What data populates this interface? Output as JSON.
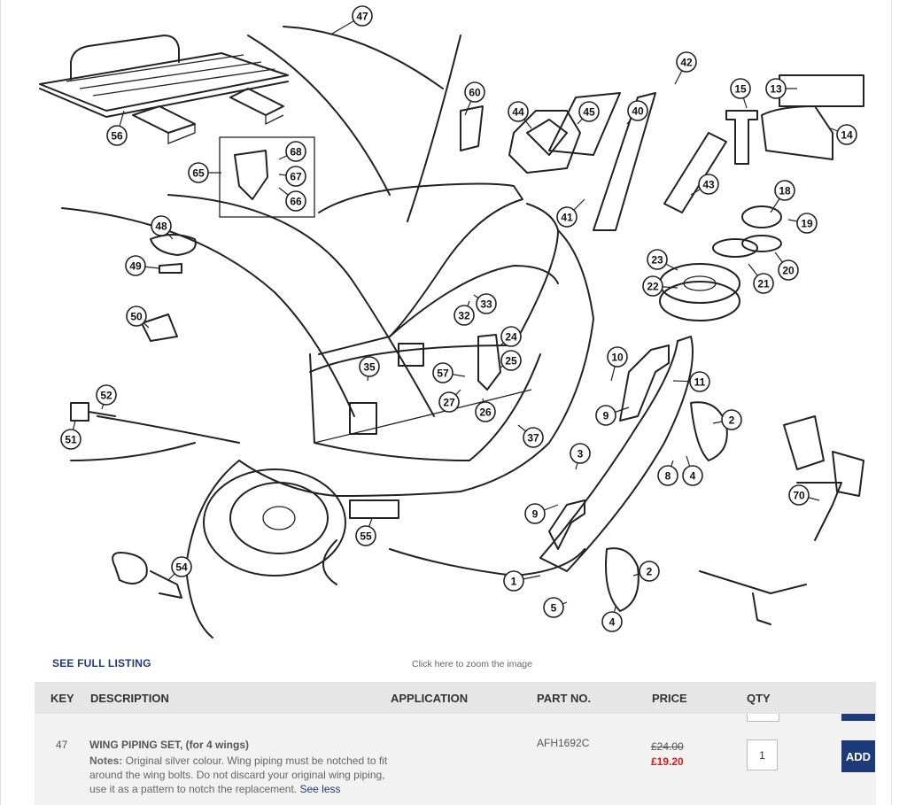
{
  "diagram": {
    "callouts": [
      "47",
      "56",
      "60",
      "44",
      "45",
      "40",
      "42",
      "15",
      "13",
      "14",
      "68",
      "67",
      "66",
      "65",
      "41",
      "43",
      "18",
      "19",
      "48",
      "49",
      "23",
      "22",
      "21",
      "20",
      "32",
      "33",
      "50",
      "24",
      "35",
      "57",
      "25",
      "10",
      "11",
      "27",
      "26",
      "52",
      "51",
      "37",
      "9",
      "2",
      "3",
      "8",
      "4",
      "70",
      "55",
      "9",
      "1",
      "2",
      "54",
      "5",
      "4"
    ]
  },
  "links": {
    "see_full_listing": "SEE FULL LISTING",
    "zoom_hint": "Click here to zoom the image"
  },
  "table": {
    "headers": {
      "key": "KEY",
      "description": "DESCRIPTION",
      "application": "APPLICATION",
      "part_no": "PART NO.",
      "price": "PRICE",
      "qty": "QTY"
    },
    "row": {
      "key": "47",
      "description": "WING PIPING SET, (for 4 wings)",
      "notes_label": "Notes:",
      "notes_text": " Original silver colour. Wing piping must be notched to fit around the wing bolts. Do not discard your original wing piping, use it as a pattern to notch the replacement. ",
      "see_less": "See less",
      "part_no": "AFH1692C",
      "old_price": "£24.00",
      "new_price": "£19.20",
      "qty": "1",
      "add_label": "ADD"
    }
  },
  "colors": {
    "brand_blue": "#1d3a7a",
    "sale_red": "#d01c1c",
    "header_gray": "#e6e6e6",
    "row_gray": "#f2f2f2"
  }
}
